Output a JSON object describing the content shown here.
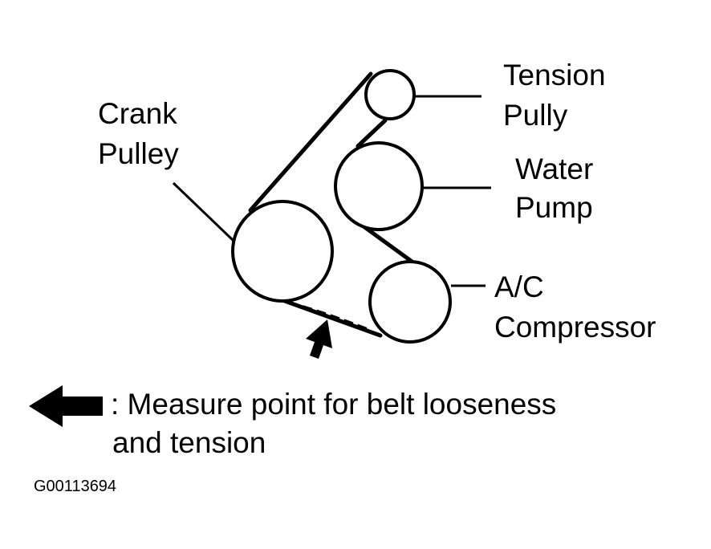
{
  "components": {
    "tension_pulley": {
      "line1": "Tension",
      "line2": "Pully"
    },
    "crank_pulley": {
      "line1": "Crank",
      "line2": "Pulley"
    },
    "water_pump": {
      "line1": "Water",
      "line2": "Pump"
    },
    "ac_compressor": {
      "line1": "A/C",
      "line2": "Compressor"
    }
  },
  "legend": {
    "line1": ": Measure point for belt looseness",
    "line2": "and tension"
  },
  "figure_id": "G00113694",
  "colors": {
    "ink": "#000000",
    "background": "#ffffff"
  }
}
